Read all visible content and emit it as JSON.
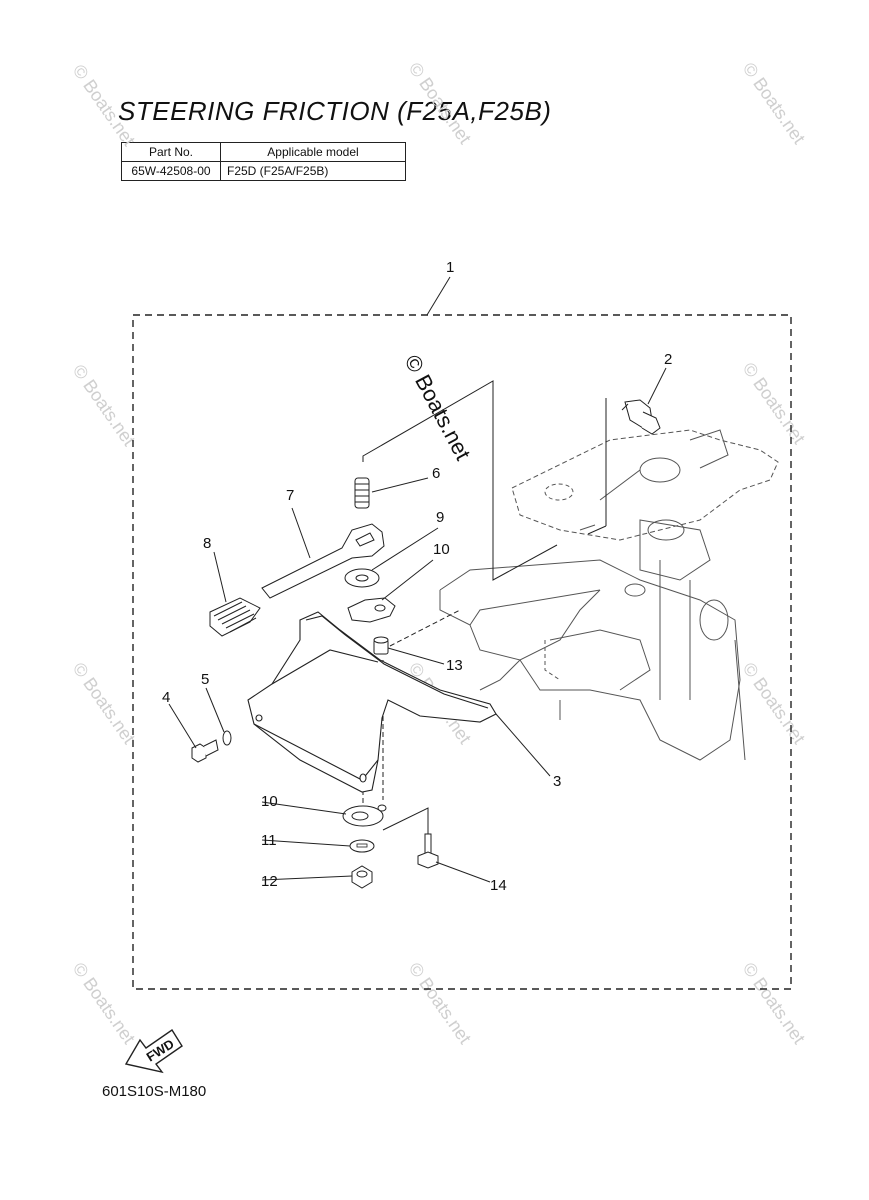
{
  "title": "STEERING FRICTION (F25A,F25B)",
  "table": {
    "headers": [
      "Part No.",
      "Applicable model"
    ],
    "rows": [
      {
        "part_no": "65W-42508-00",
        "model": "F25D (F25A/F25B)"
      }
    ]
  },
  "callouts": [
    "1",
    "2",
    "3",
    "4",
    "5",
    "6",
    "7",
    "8",
    "9",
    "10",
    "10",
    "11",
    "12",
    "13",
    "14"
  ],
  "watermark": "© Boats.net",
  "fwd_label": "FWD",
  "figure_code": "601S10S-M180"
}
